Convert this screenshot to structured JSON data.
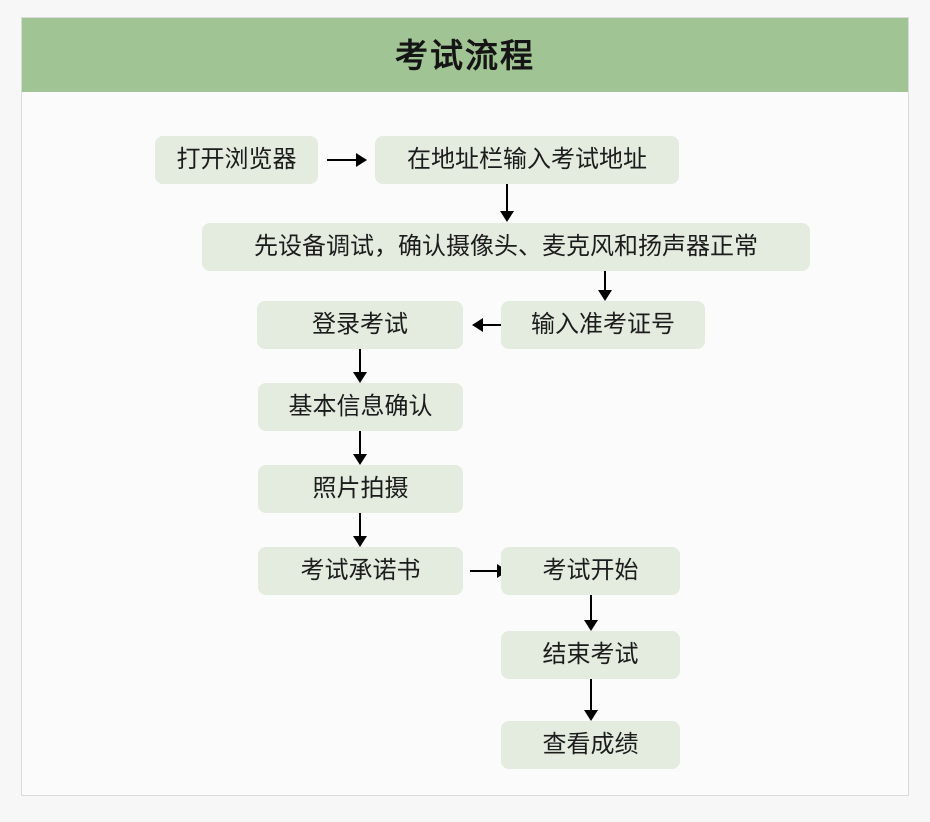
{
  "page": {
    "background_color": "#f7f7f7",
    "card_background": "#fbfbfb",
    "card_border_color": "#dadada"
  },
  "header": {
    "title": "考试流程",
    "background_color": "#a1c494",
    "text_color": "#151515"
  },
  "flowchart": {
    "node_fill": "#e3ecdf",
    "node_text_color": "#1c1c1c",
    "connector_color": "#000000",
    "nodes": [
      {
        "id": "open-browser",
        "label": "打开浏览器"
      },
      {
        "id": "enter-exam-url",
        "label": "在地址栏输入考试地址"
      },
      {
        "id": "device-check",
        "label": "先设备调试，确认摄像头、麦克风和扬声器正常"
      },
      {
        "id": "enter-admission-no",
        "label": "输入准考证号"
      },
      {
        "id": "login-exam",
        "label": "登录考试"
      },
      {
        "id": "confirm-basic-info",
        "label": "基本信息确认"
      },
      {
        "id": "take-photo",
        "label": "照片拍摄"
      },
      {
        "id": "exam-commitment",
        "label": "考试承诺书"
      },
      {
        "id": "exam-start",
        "label": "考试开始"
      },
      {
        "id": "exam-end",
        "label": "结束考试"
      },
      {
        "id": "view-score",
        "label": "查看成绩"
      }
    ],
    "connectors": [
      {
        "from": "open-browser",
        "to": "enter-exam-url",
        "direction": "right"
      },
      {
        "from": "enter-exam-url",
        "to": "device-check",
        "direction": "down"
      },
      {
        "from": "device-check",
        "to": "enter-admission-no",
        "direction": "down"
      },
      {
        "from": "enter-admission-no",
        "to": "login-exam",
        "direction": "left"
      },
      {
        "from": "login-exam",
        "to": "confirm-basic-info",
        "direction": "down"
      },
      {
        "from": "confirm-basic-info",
        "to": "take-photo",
        "direction": "down"
      },
      {
        "from": "take-photo",
        "to": "exam-commitment",
        "direction": "down"
      },
      {
        "from": "exam-commitment",
        "to": "exam-start",
        "direction": "right"
      },
      {
        "from": "exam-start",
        "to": "exam-end",
        "direction": "down"
      },
      {
        "from": "exam-end",
        "to": "view-score",
        "direction": "down"
      }
    ]
  }
}
